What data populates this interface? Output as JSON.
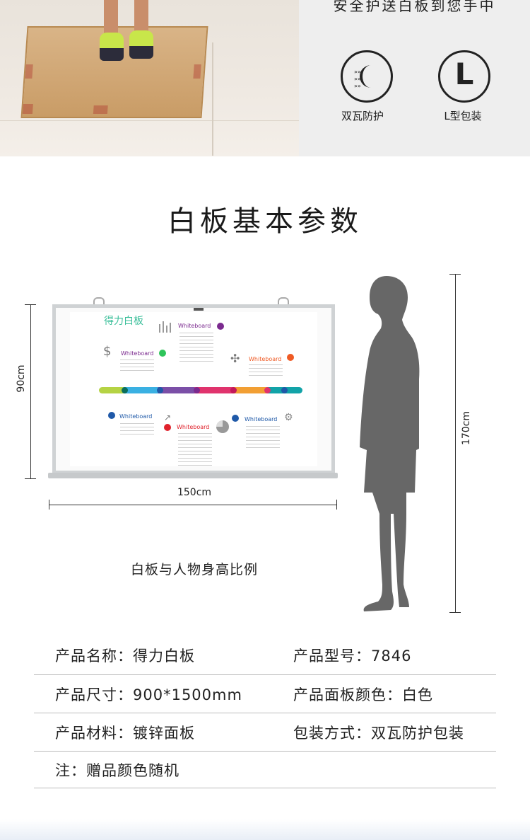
{
  "top": {
    "tagline": "安全护送白板到您手中",
    "features": [
      {
        "label": "双瓦防护",
        "icon": "double-corrugated-icon"
      },
      {
        "label": "L型包装",
        "icon": "letter-l-icon",
        "glyph": "L"
      }
    ]
  },
  "section_title": "白板基本参数",
  "diagram": {
    "board_title": "得力白板",
    "whiteboard_label": "Whiteboard",
    "height_label": "90cm",
    "width_label": "150cm",
    "person_height_label": "170cm",
    "caption": "白板与人物身高比例",
    "colors": {
      "green": "#2ec45a",
      "purple": "#7b2a8f",
      "orange": "#ef5a24",
      "blue": "#1f59a8",
      "red": "#e0222c",
      "teal": "#3bbf9a"
    }
  },
  "specs": {
    "name": "产品名称：得力白板",
    "model": "产品型号：7846",
    "size": "产品尺寸：900*1500mm",
    "panel_color": "产品面板颜色：白色",
    "material": "产品材料：镀锌面板",
    "packaging": "包装方式：双瓦防护包装",
    "note": "注：赠品颜色随机"
  }
}
